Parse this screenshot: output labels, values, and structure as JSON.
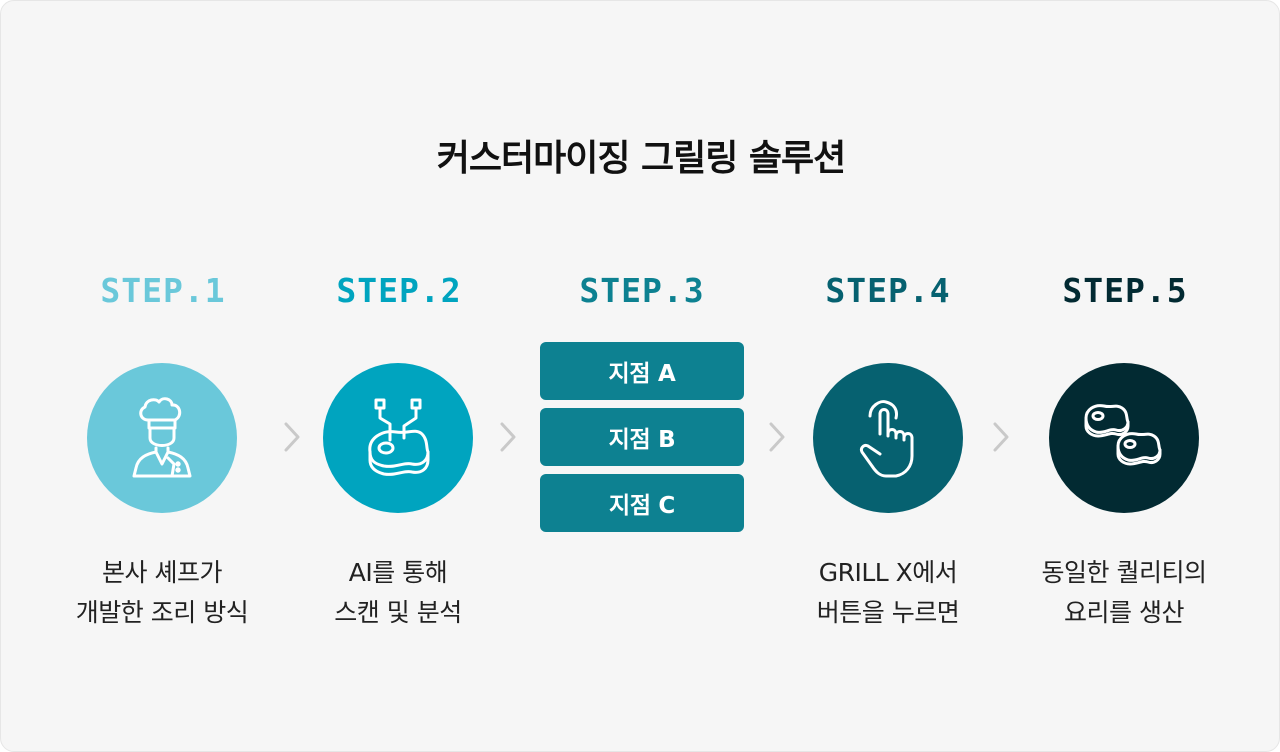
{
  "title": "커스터마이징 그릴링 솔루션",
  "colors": {
    "step1": "#6ac8da",
    "step2": "#00a4bf",
    "step3": "#0d8191",
    "step4": "#066170",
    "step5": "#022a32",
    "arrow": "#c9c9c9"
  },
  "steps": [
    {
      "label": "STEP.1",
      "icon": "chef-icon",
      "caption_line1": "본사 셰프가",
      "caption_line2": "개발한 조리 방식"
    },
    {
      "label": "STEP.2",
      "icon": "meat-scan-icon",
      "caption_line1": "AI를 통해",
      "caption_line2": "스캔 및 분석"
    },
    {
      "label": "STEP.3",
      "branches": [
        "지점 A",
        "지점 B",
        "지점 C"
      ]
    },
    {
      "label": "STEP.4",
      "icon": "finger-press-icon",
      "caption_line1": "GRILL X에서",
      "caption_line2": "버튼을 누르면"
    },
    {
      "label": "STEP.5",
      "icon": "two-steaks-icon",
      "caption_line1": "동일한 퀄리티의",
      "caption_line2": "요리를 생산"
    }
  ]
}
